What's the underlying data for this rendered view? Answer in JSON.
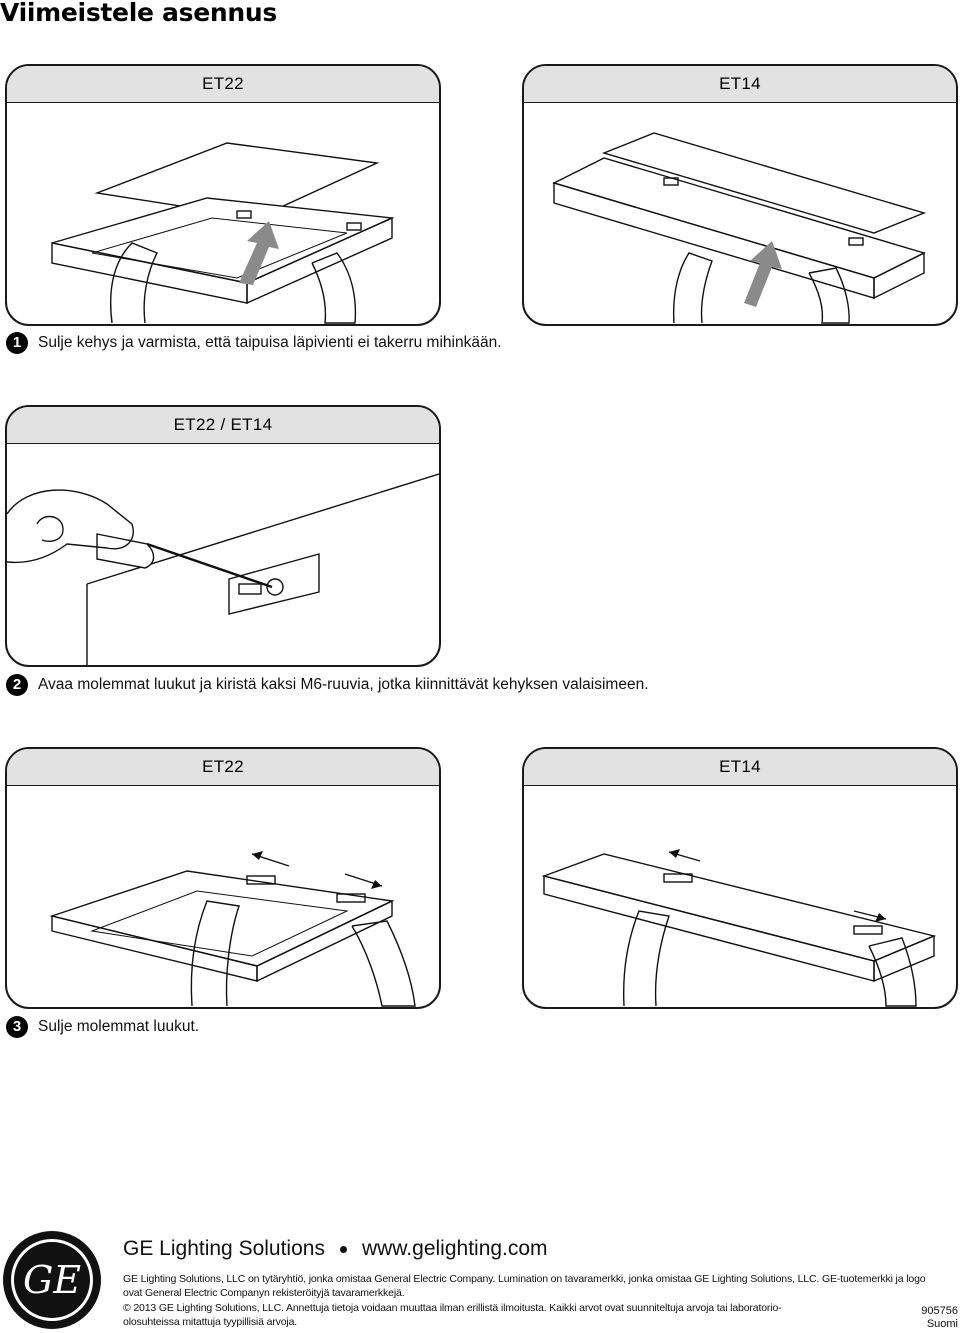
{
  "page_title": "Viimeistele asennus",
  "panels": {
    "p1_left": "ET22",
    "p1_right": "ET14",
    "p2": "ET22 / ET14",
    "p3_left": "ET22",
    "p3_right": "ET14"
  },
  "steps": [
    {
      "num": "1",
      "text": "Sulje kehys ja varmista, että taipuisa läpivienti ei takerru mihinkään."
    },
    {
      "num": "2",
      "text": "Avaa molemmat luukut ja kiristä kaksi M6-ruuvia, jotka kiinnittävät kehyksen valaisimeen."
    },
    {
      "num": "3",
      "text": "Sulje molemmat luukut."
    }
  ],
  "footer": {
    "logo_text": "GE",
    "company": "GE Lighting Solutions",
    "website": "www.gelighting.com",
    "legal_1": "GE Lighting Solutions, LLC on tytäryhtiö, jonka omistaa General Electric Company. Lumination on tavaramerkki, jonka omistaa GE Lighting Solutions, LLC. GE-tuotemerkki ja logo ovat General Electric Companyn rekisteröityjä tavaramerkkejä.",
    "legal_2": "© 2013 GE Lighting Solutions, LLC. Annettuja tietoja voidaan muuttaa ilman erillistä ilmoitusta. Kaikki arvot ovat suunniteltuja arvoja tai laboratorio-olosuhteissa mitattuja tyypillisiä arvoja.",
    "doc_number": "905756",
    "language": "Suomi"
  }
}
